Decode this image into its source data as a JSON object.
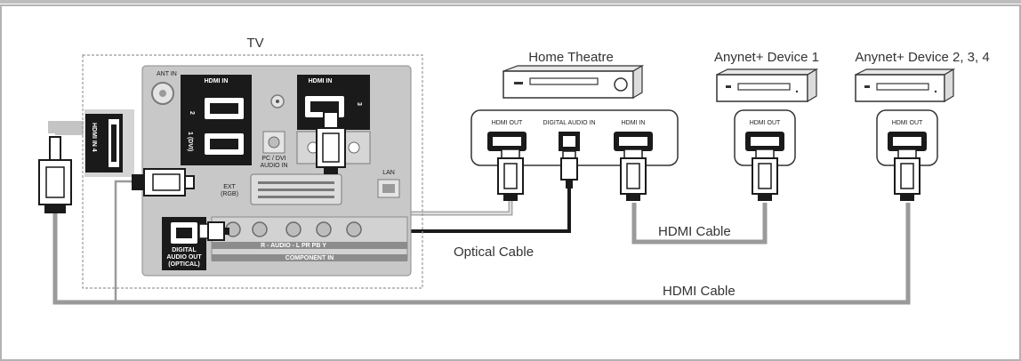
{
  "tv": {
    "title": "TV",
    "ports": {
      "ant_in": "ANT IN",
      "hdmi_in_group": "HDMI IN",
      "hdmi_in_3": "HDMI IN",
      "hdmi_4": "HDMI IN 4",
      "num_2": "2",
      "num_1_dvi": "1 (DVI)",
      "num_3": "3",
      "pc_dvi_audio_line1": "PC / DVI",
      "pc_dvi_audio_line2": "AUDIO IN",
      "ext_line1": "EXT",
      "ext_line2": "(RGB)",
      "lan": "LAN",
      "digital_audio_line1": "DIGITAL",
      "digital_audio_line2": "AUDIO OUT",
      "digital_audio_line3": "(OPTICAL)",
      "audio_row": "R - AUDIO - L   PR   PB   Y",
      "component_in": "COMPONENT IN"
    }
  },
  "home_theatre": {
    "title": "Home Theatre",
    "hdmi_out": "HDMI OUT",
    "digital_audio_in": "DIGITAL AUDIO IN",
    "hdmi_in": "HDMI IN"
  },
  "devices": [
    {
      "title": "Anynet+ Device 1",
      "port": "HDMI OUT"
    },
    {
      "title": "Anynet+ Device 2, 3, 4",
      "port": "HDMI OUT"
    }
  ],
  "cables": {
    "optical": "Optical Cable",
    "hdmi_upper": "HDMI Cable",
    "hdmi_lower": "HDMI Cable"
  },
  "colors": {
    "border": "#b3b3b3",
    "panel": "#c8c8c8",
    "panel_edge": "#8c8c8c",
    "port_block": "#1a1a1a",
    "cable_gray": "#a8a8a8",
    "cable_black": "#1a1a1a",
    "frame_gray": "#bdbdbd"
  }
}
